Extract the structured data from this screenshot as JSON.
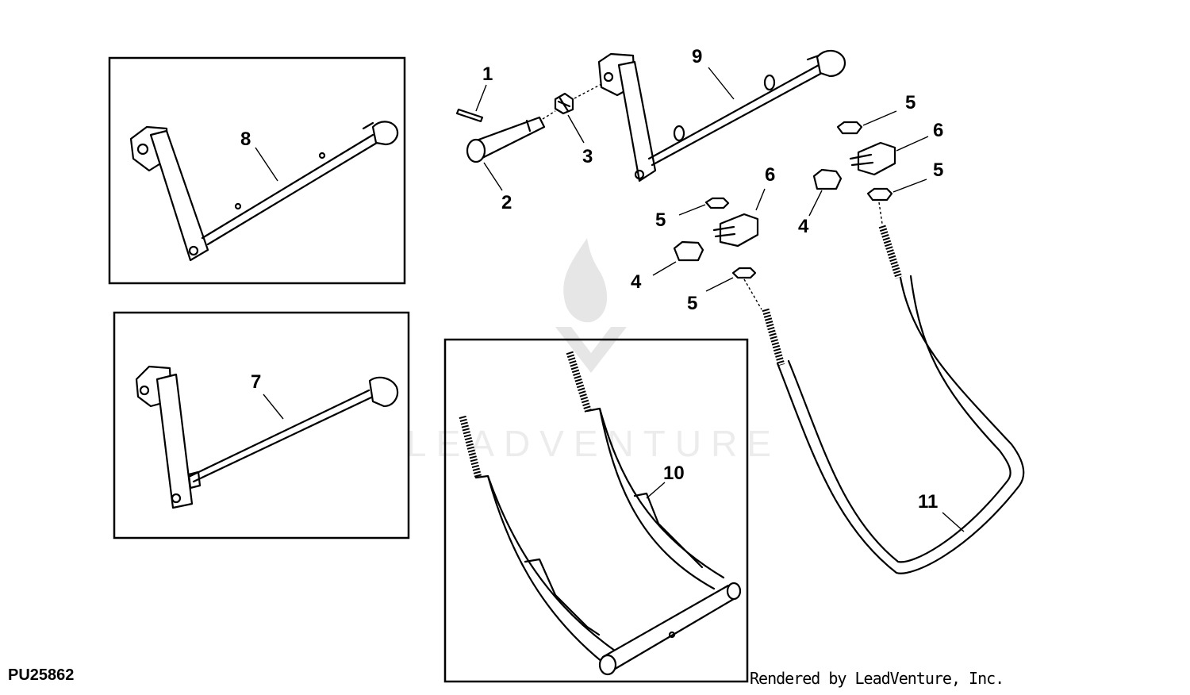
{
  "diagram": {
    "id_label": "PU25862",
    "credit": "Rendered by LeadVenture, Inc.",
    "watermark": "LEADVENTURE",
    "callouts": {
      "c1": "1",
      "c2": "2",
      "c3": "3",
      "c4a": "4",
      "c4b": "4",
      "c5a": "5",
      "c5b": "5",
      "c5c": "5",
      "c5d": "5",
      "c6a": "6",
      "c6b": "6",
      "c7": "7",
      "c8": "8",
      "c9": "9",
      "c10": "10",
      "c11": "11"
    }
  }
}
